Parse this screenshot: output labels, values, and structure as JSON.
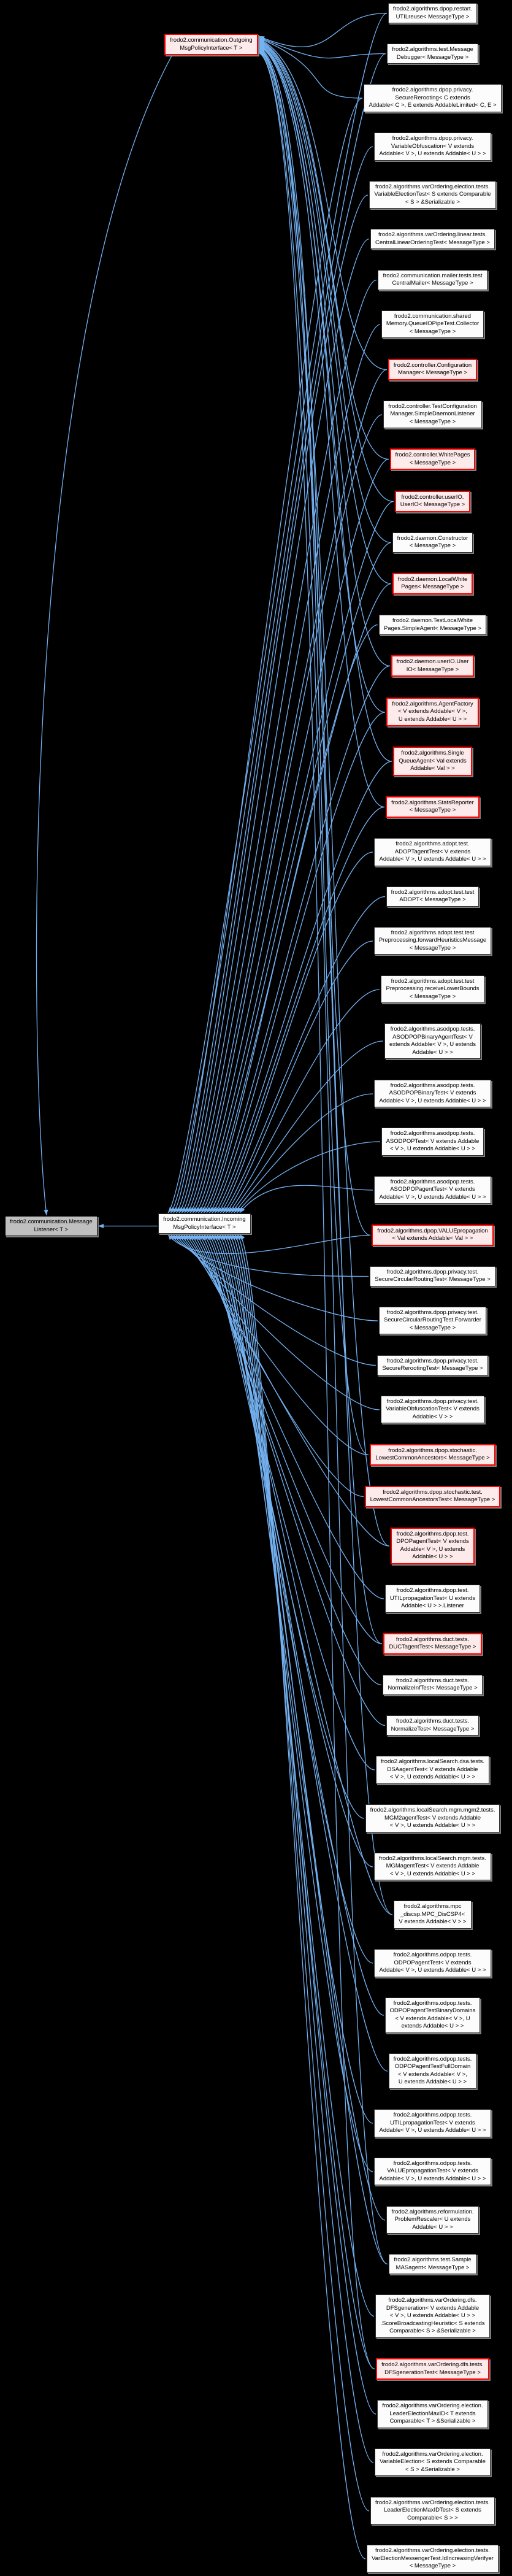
{
  "diagram": {
    "title": "Inheritance graph for frodo2.communication.MessageListener",
    "colors": {
      "background": "#000000",
      "edge": "#74b2f2",
      "node_border": "#2e2e2e",
      "node_fill": "#fcfcfc",
      "red_border": "#ff0000",
      "red_fill": "#fdeaea",
      "current_fill": "#bfbfbf",
      "text": "#000000"
    },
    "nodes": {
      "current": {
        "lines": [
          "frodo2.communication.Message",
          "Listener< T >"
        ],
        "style": "current"
      },
      "outgoing": {
        "lines": [
          "frodo2.communication.Outgoing",
          "MsgPolicyInterface< T >"
        ],
        "style": "red"
      },
      "incoming": {
        "lines": [
          "frodo2.communication.Incoming",
          "MsgPolicyInterface< T >"
        ],
        "style": "normal"
      }
    },
    "implementors": [
      {
        "lines": [
          "frodo2.algorithms.dpop.restart.",
          "UTILreuse< MessageType >"
        ],
        "red": false,
        "outgoing": true
      },
      {
        "lines": [
          "frodo2.algorithms.test.Message",
          "Debugger< MessageType >"
        ],
        "red": false,
        "outgoing": true
      },
      {
        "lines": [
          "frodo2.algorithms.dpop.privacy.",
          "SecureRerooting< C extends",
          "Addable< C >, E extends AddableLimited< C, E >"
        ],
        "red": false,
        "outgoing": true
      },
      {
        "lines": [
          "frodo2.algorithms.dpop.privacy.",
          "VariableObfuscation< V extends",
          "Addable< V >, U extends Addable< U > >"
        ],
        "red": false,
        "outgoing": false
      },
      {
        "lines": [
          "frodo2.algorithms.varOrdering.election.tests.",
          "VariableElectionTest< S extends Comparable",
          "< S > &Serializable >"
        ],
        "red": false,
        "outgoing": false
      },
      {
        "lines": [
          "frodo2.algorithms.varOrdering.linear.tests.",
          "CentralLinearOrderingTest< MessageType >"
        ],
        "red": false,
        "outgoing": false
      },
      {
        "lines": [
          "frodo2.communication.mailer.tests.test",
          "CentralMailer< MessageType >"
        ],
        "red": false,
        "outgoing": false
      },
      {
        "lines": [
          "frodo2.communication.shared",
          "Memory.QueueIOPipeTest.Collector",
          "< MessageType >"
        ],
        "red": false,
        "outgoing": false
      },
      {
        "lines": [
          "frodo2.controller.Configuration",
          "Manager< MessageType >"
        ],
        "red": true,
        "outgoing": true
      },
      {
        "lines": [
          "frodo2.controller.TestConfiguration",
          "Manager.SimpleDaemonListener",
          "< MessageType >"
        ],
        "red": false,
        "outgoing": false
      },
      {
        "lines": [
          "frodo2.controller.WhitePages",
          "< MessageType >"
        ],
        "red": true,
        "outgoing": true
      },
      {
        "lines": [
          "frodo2.controller.userIO.",
          "UserIO< MessageType >"
        ],
        "red": true,
        "outgoing": true
      },
      {
        "lines": [
          "frodo2.daemon.Constructor",
          "< MessageType >"
        ],
        "red": false,
        "outgoing": true
      },
      {
        "lines": [
          "frodo2.daemon.LocalWhite",
          "Pages< MessageType >"
        ],
        "red": true,
        "outgoing": true
      },
      {
        "lines": [
          "frodo2.daemon.TestLocalWhite",
          "Pages.SimpleAgent< MessageType >"
        ],
        "red": false,
        "outgoing": false
      },
      {
        "lines": [
          "frodo2.daemon.userIO.User",
          "IO< MessageType >"
        ],
        "red": true,
        "outgoing": true
      },
      {
        "lines": [
          "frodo2.algorithms.AgentFactory",
          "< V extends Addable< V >,",
          "U extends Addable< U > >"
        ],
        "red": true,
        "outgoing": true
      },
      {
        "lines": [
          "frodo2.algorithms.Single",
          "QueueAgent< Val extends",
          "Addable< Val > >"
        ],
        "red": true,
        "outgoing": true
      },
      {
        "lines": [
          "frodo2.algorithms.StatsReporter",
          "< MessageType >"
        ],
        "red": true,
        "outgoing": true
      },
      {
        "lines": [
          "frodo2.algorithms.adopt.test.",
          "ADOPTagentTest< V extends",
          "Addable< V >, U extends Addable< U > >"
        ],
        "red": false,
        "outgoing": false
      },
      {
        "lines": [
          "frodo2.algorithms.adopt.test.test",
          "ADOPT< MessageType >"
        ],
        "red": false,
        "outgoing": false
      },
      {
        "lines": [
          "frodo2.algorithms.adopt.test.test",
          "Preprocessing.forwardHeuristicsMessage",
          "< MessageType >"
        ],
        "red": false,
        "outgoing": false
      },
      {
        "lines": [
          "frodo2.algorithms.adopt.test.test",
          "Preprocessing.receiveLowerBounds",
          "< MessageType >"
        ],
        "red": false,
        "outgoing": false
      },
      {
        "lines": [
          "frodo2.algorithms.asodpop.tests.",
          "ASODPOPBinaryAgentTest< V",
          "extends Addable< V >, U extends",
          "Addable< U > >"
        ],
        "red": false,
        "outgoing": false
      },
      {
        "lines": [
          "frodo2.algorithms.asodpop.tests.",
          "ASODPOPBinaryTest< V extends",
          "Addable< V >, U extends Addable< U > >"
        ],
        "red": false,
        "outgoing": false
      },
      {
        "lines": [
          "frodo2.algorithms.asodpop.tests.",
          "ASODPOPTest< V extends Addable",
          "< V >, U extends Addable< U > >"
        ],
        "red": false,
        "outgoing": false
      },
      {
        "lines": [
          "frodo2.algorithms.asodpop.tests.",
          "ASODPOPagentTest< V extends",
          "Addable< V >, U extends Addable< U > >"
        ],
        "red": false,
        "outgoing": false
      },
      {
        "lines": [
          "frodo2.algorithms.dpop.VALUEpropagation",
          "< Val extends Addable< Val > >"
        ],
        "red": true,
        "outgoing": true
      },
      {
        "lines": [
          "frodo2.algorithms.dpop.privacy.test.",
          "SecureCircularRoutingTest< MessageType >"
        ],
        "red": false,
        "outgoing": false
      },
      {
        "lines": [
          "frodo2.algorithms.dpop.privacy.test.",
          "SecureCircularRoutingTest.Forwarder",
          "< MessageType >"
        ],
        "red": false,
        "outgoing": false
      },
      {
        "lines": [
          "frodo2.algorithms.dpop.privacy.test.",
          "SecureRerootingTest< MessageType >"
        ],
        "red": false,
        "outgoing": false
      },
      {
        "lines": [
          "frodo2.algorithms.dpop.privacy.test.",
          "VariableObfuscationTest< V extends",
          "Addable< V > >"
        ],
        "red": false,
        "outgoing": false
      },
      {
        "lines": [
          "frodo2.algorithms.dpop.stochastic.",
          "LowestCommonAncestors< MessageType >"
        ],
        "red": true,
        "outgoing": true
      },
      {
        "lines": [
          "frodo2.algorithms.dpop.stochastic.test.",
          "LowestCommonAncestorsTest< MessageType >"
        ],
        "red": true,
        "outgoing": false
      },
      {
        "lines": [
          "frodo2.algorithms.dpop.test.",
          "DPOPagentTest< V extends",
          "Addable< V >, U extends",
          "Addable< U > >"
        ],
        "red": true,
        "outgoing": true
      },
      {
        "lines": [
          "frodo2.algorithms.dpop.test.",
          "UTILpropagationTest< U extends",
          "Addable< U > >.Listener"
        ],
        "red": false,
        "outgoing": false
      },
      {
        "lines": [
          "frodo2.algorithms.duct.tests.",
          "DUCTagentTest< MessageType >"
        ],
        "red": true,
        "outgoing": true
      },
      {
        "lines": [
          "frodo2.algorithms.duct.tests.",
          "NormalizeInfTest< MessageType >"
        ],
        "red": false,
        "outgoing": false
      },
      {
        "lines": [
          "frodo2.algorithms.duct.tests.",
          "NormalizeTest< MessageType >"
        ],
        "red": false,
        "outgoing": false
      },
      {
        "lines": [
          "frodo2.algorithms.localSearch.dsa.tests.",
          "DSAagentTest< V extends Addable",
          "< V >, U extends Addable< U > >"
        ],
        "red": false,
        "outgoing": false
      },
      {
        "lines": [
          "frodo2.algorithms.localSearch.mgm.mgm2.tests.",
          "MGM2agentTest< V extends Addable",
          "< V >, U extends Addable< U > >"
        ],
        "red": false,
        "outgoing": false
      },
      {
        "lines": [
          "frodo2.algorithms.localSearch.mgm.tests.",
          "MGMagentTest< V extends Addable",
          "< V >, U extends Addable< U > >"
        ],
        "red": false,
        "outgoing": false
      },
      {
        "lines": [
          "frodo2.algorithms.mpc",
          "_discsp.MPC_DisCSP4<",
          "V extends Addable< V > >"
        ],
        "red": false,
        "outgoing": true
      },
      {
        "lines": [
          "frodo2.algorithms.odpop.tests.",
          "ODPOPagentTest< V extends",
          "Addable< V >, U extends Addable< U > >"
        ],
        "red": false,
        "outgoing": false
      },
      {
        "lines": [
          "frodo2.algorithms.odpop.tests.",
          "ODPOPagentTestBinaryDomains",
          "< V extends Addable< V >, U",
          "extends Addable< U > >"
        ],
        "red": false,
        "outgoing": false
      },
      {
        "lines": [
          "frodo2.algorithms.odpop.tests.",
          "ODPOPagentTestFullDomain",
          "< V extends Addable< V >,",
          "U extends Addable< U > >"
        ],
        "red": false,
        "outgoing": false
      },
      {
        "lines": [
          "frodo2.algorithms.odpop.tests.",
          "UTILpropagationTest< V extends",
          "Addable< V >, U extends Addable< U > >"
        ],
        "red": false,
        "outgoing": false
      },
      {
        "lines": [
          "frodo2.algorithms.odpop.tests.",
          "VALUEpropagationTest< V extends",
          "Addable< V >, U extends Addable< U > >"
        ],
        "red": false,
        "outgoing": false
      },
      {
        "lines": [
          "frodo2.algorithms.reformulation.",
          "ProblemRescaler< U extends",
          "Addable< U > >"
        ],
        "red": false,
        "outgoing": false
      },
      {
        "lines": [
          "frodo2.algorithms.test.Sample",
          "MASagent< MessageType >"
        ],
        "red": false,
        "outgoing": true
      },
      {
        "lines": [
          "frodo2.algorithms.varOrdering.dfs.",
          "DFSgeneration< V extends Addable",
          "< V >, U extends Addable< U > >",
          ".ScoreBroadcastingHeuristic< S extends",
          "Comparable< S > &Serializable >"
        ],
        "red": false,
        "outgoing": false
      },
      {
        "lines": [
          "frodo2.algorithms.varOrdering.dfs.tests.",
          "DFSgenerationTest< MessageType >"
        ],
        "red": true,
        "outgoing": true
      },
      {
        "lines": [
          "frodo2.algorithms.varOrdering.election.",
          "LeaderElectionMaxID< T extends",
          "Comparable< T > &Serializable >"
        ],
        "red": false,
        "outgoing": false
      },
      {
        "lines": [
          "frodo2.algorithms.varOrdering.election.",
          "VariableElection< S extends Comparable",
          "< S > &Serializable >"
        ],
        "red": false,
        "outgoing": false
      },
      {
        "lines": [
          "frodo2.algorithms.varOrdering.election.tests.",
          "LeaderElectionMaxIDTest< S extends",
          "Comparable< S > >"
        ],
        "red": false,
        "outgoing": false
      },
      {
        "lines": [
          "frodo2.algorithms.varOrdering.election.tests.",
          "VarElectionMessengerTest.IdIncreasingVerifyer",
          "< MessageType >"
        ],
        "red": false,
        "outgoing": false
      }
    ]
  }
}
